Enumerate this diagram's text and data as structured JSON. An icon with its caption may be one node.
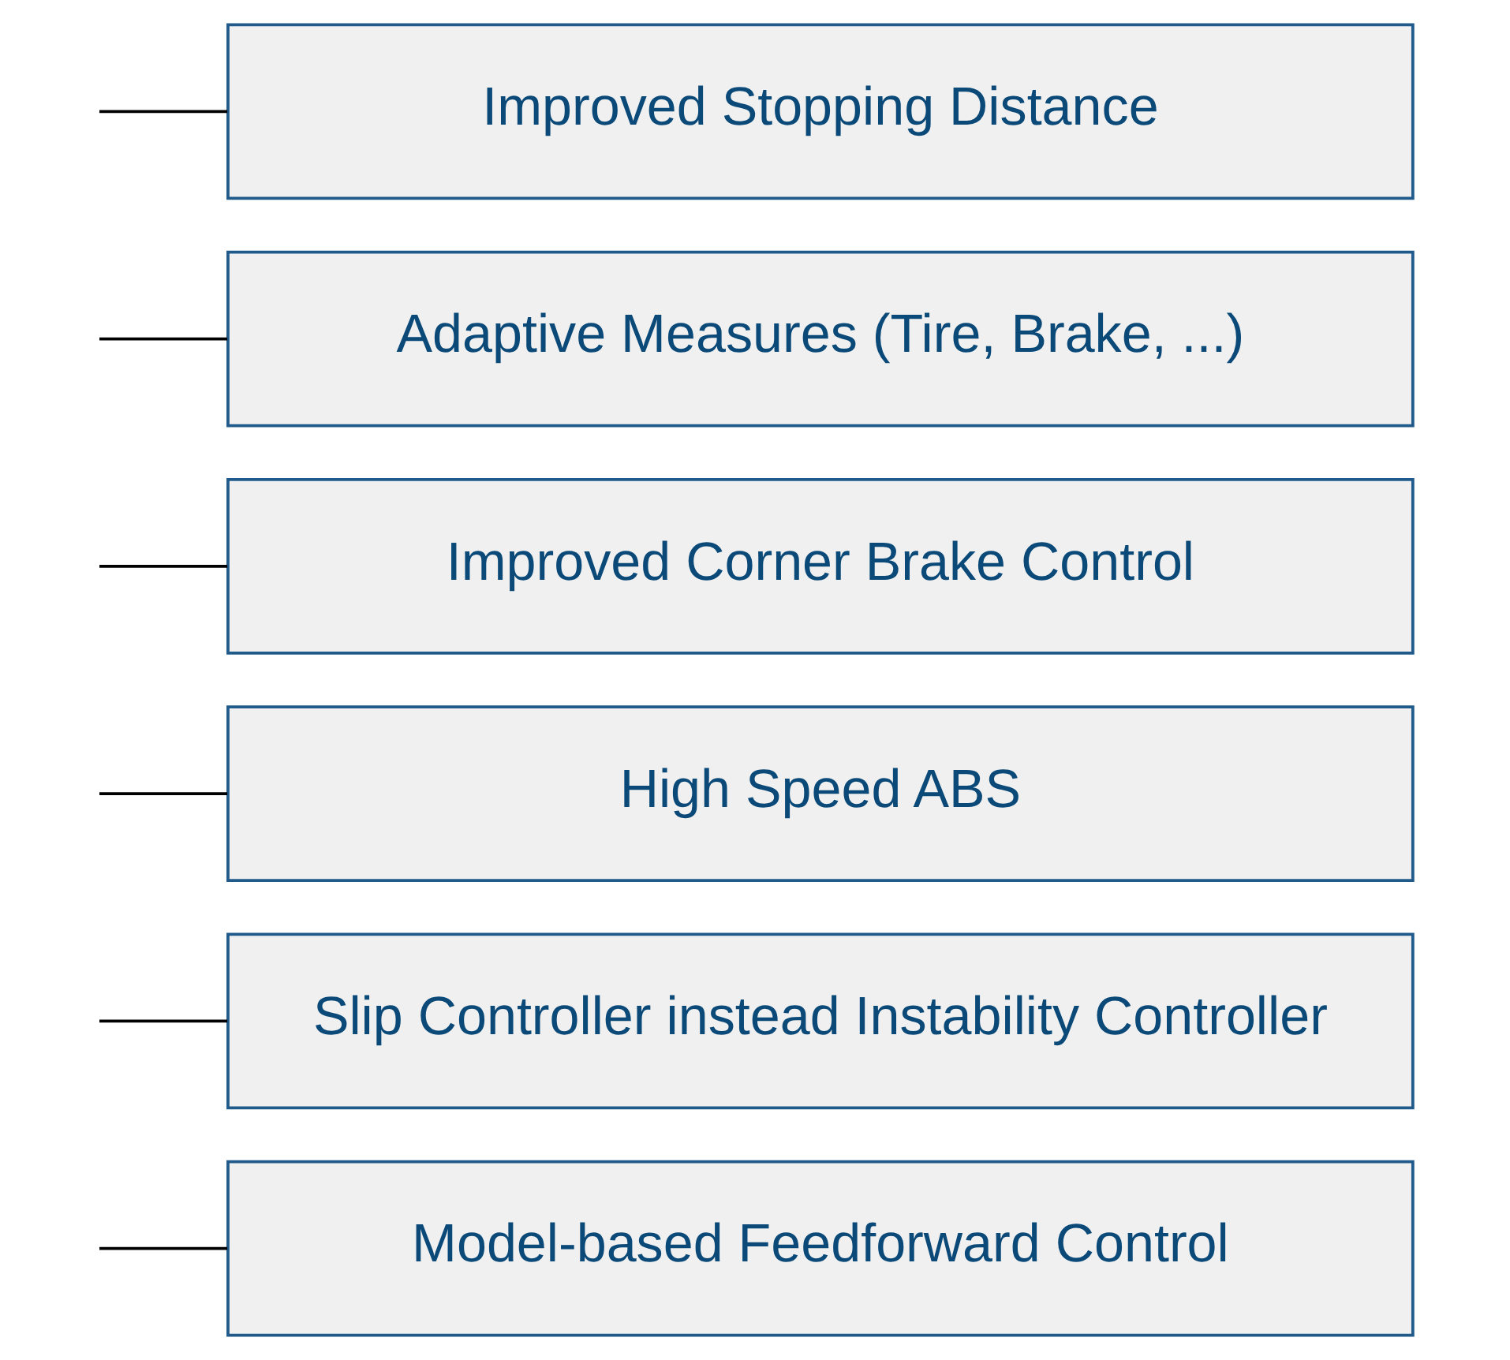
{
  "diagram": {
    "nodes": [
      {
        "text": [
          "Model-based Feedforward Control"
        ]
      },
      {
        "text": [
          "Slip Controller instead Instability Controller"
        ]
      },
      {
        "text": [
          "High Speed ABS"
        ]
      },
      {
        "text": [
          "Improved Corner Brake Control"
        ]
      },
      {
        "text": [
          "Adaptive Measures (Tire, Brake, ...)"
        ]
      },
      {
        "text": [
          "Improved Stopping Distance"
        ]
      }
    ],
    "edges": [
      {
        "from": null,
        "to": 0,
        "arrow": "none"
      },
      {
        "from": null,
        "to": 1,
        "arrow": "none"
      },
      {
        "from": null,
        "to": 2,
        "arrow": "none"
      },
      {
        "from": null,
        "to": 3,
        "arrow": "none"
      },
      {
        "from": null,
        "to": 4,
        "arrow": "none"
      },
      {
        "from": null,
        "to": 5,
        "arrow": "none"
      }
    ]
  }
}
